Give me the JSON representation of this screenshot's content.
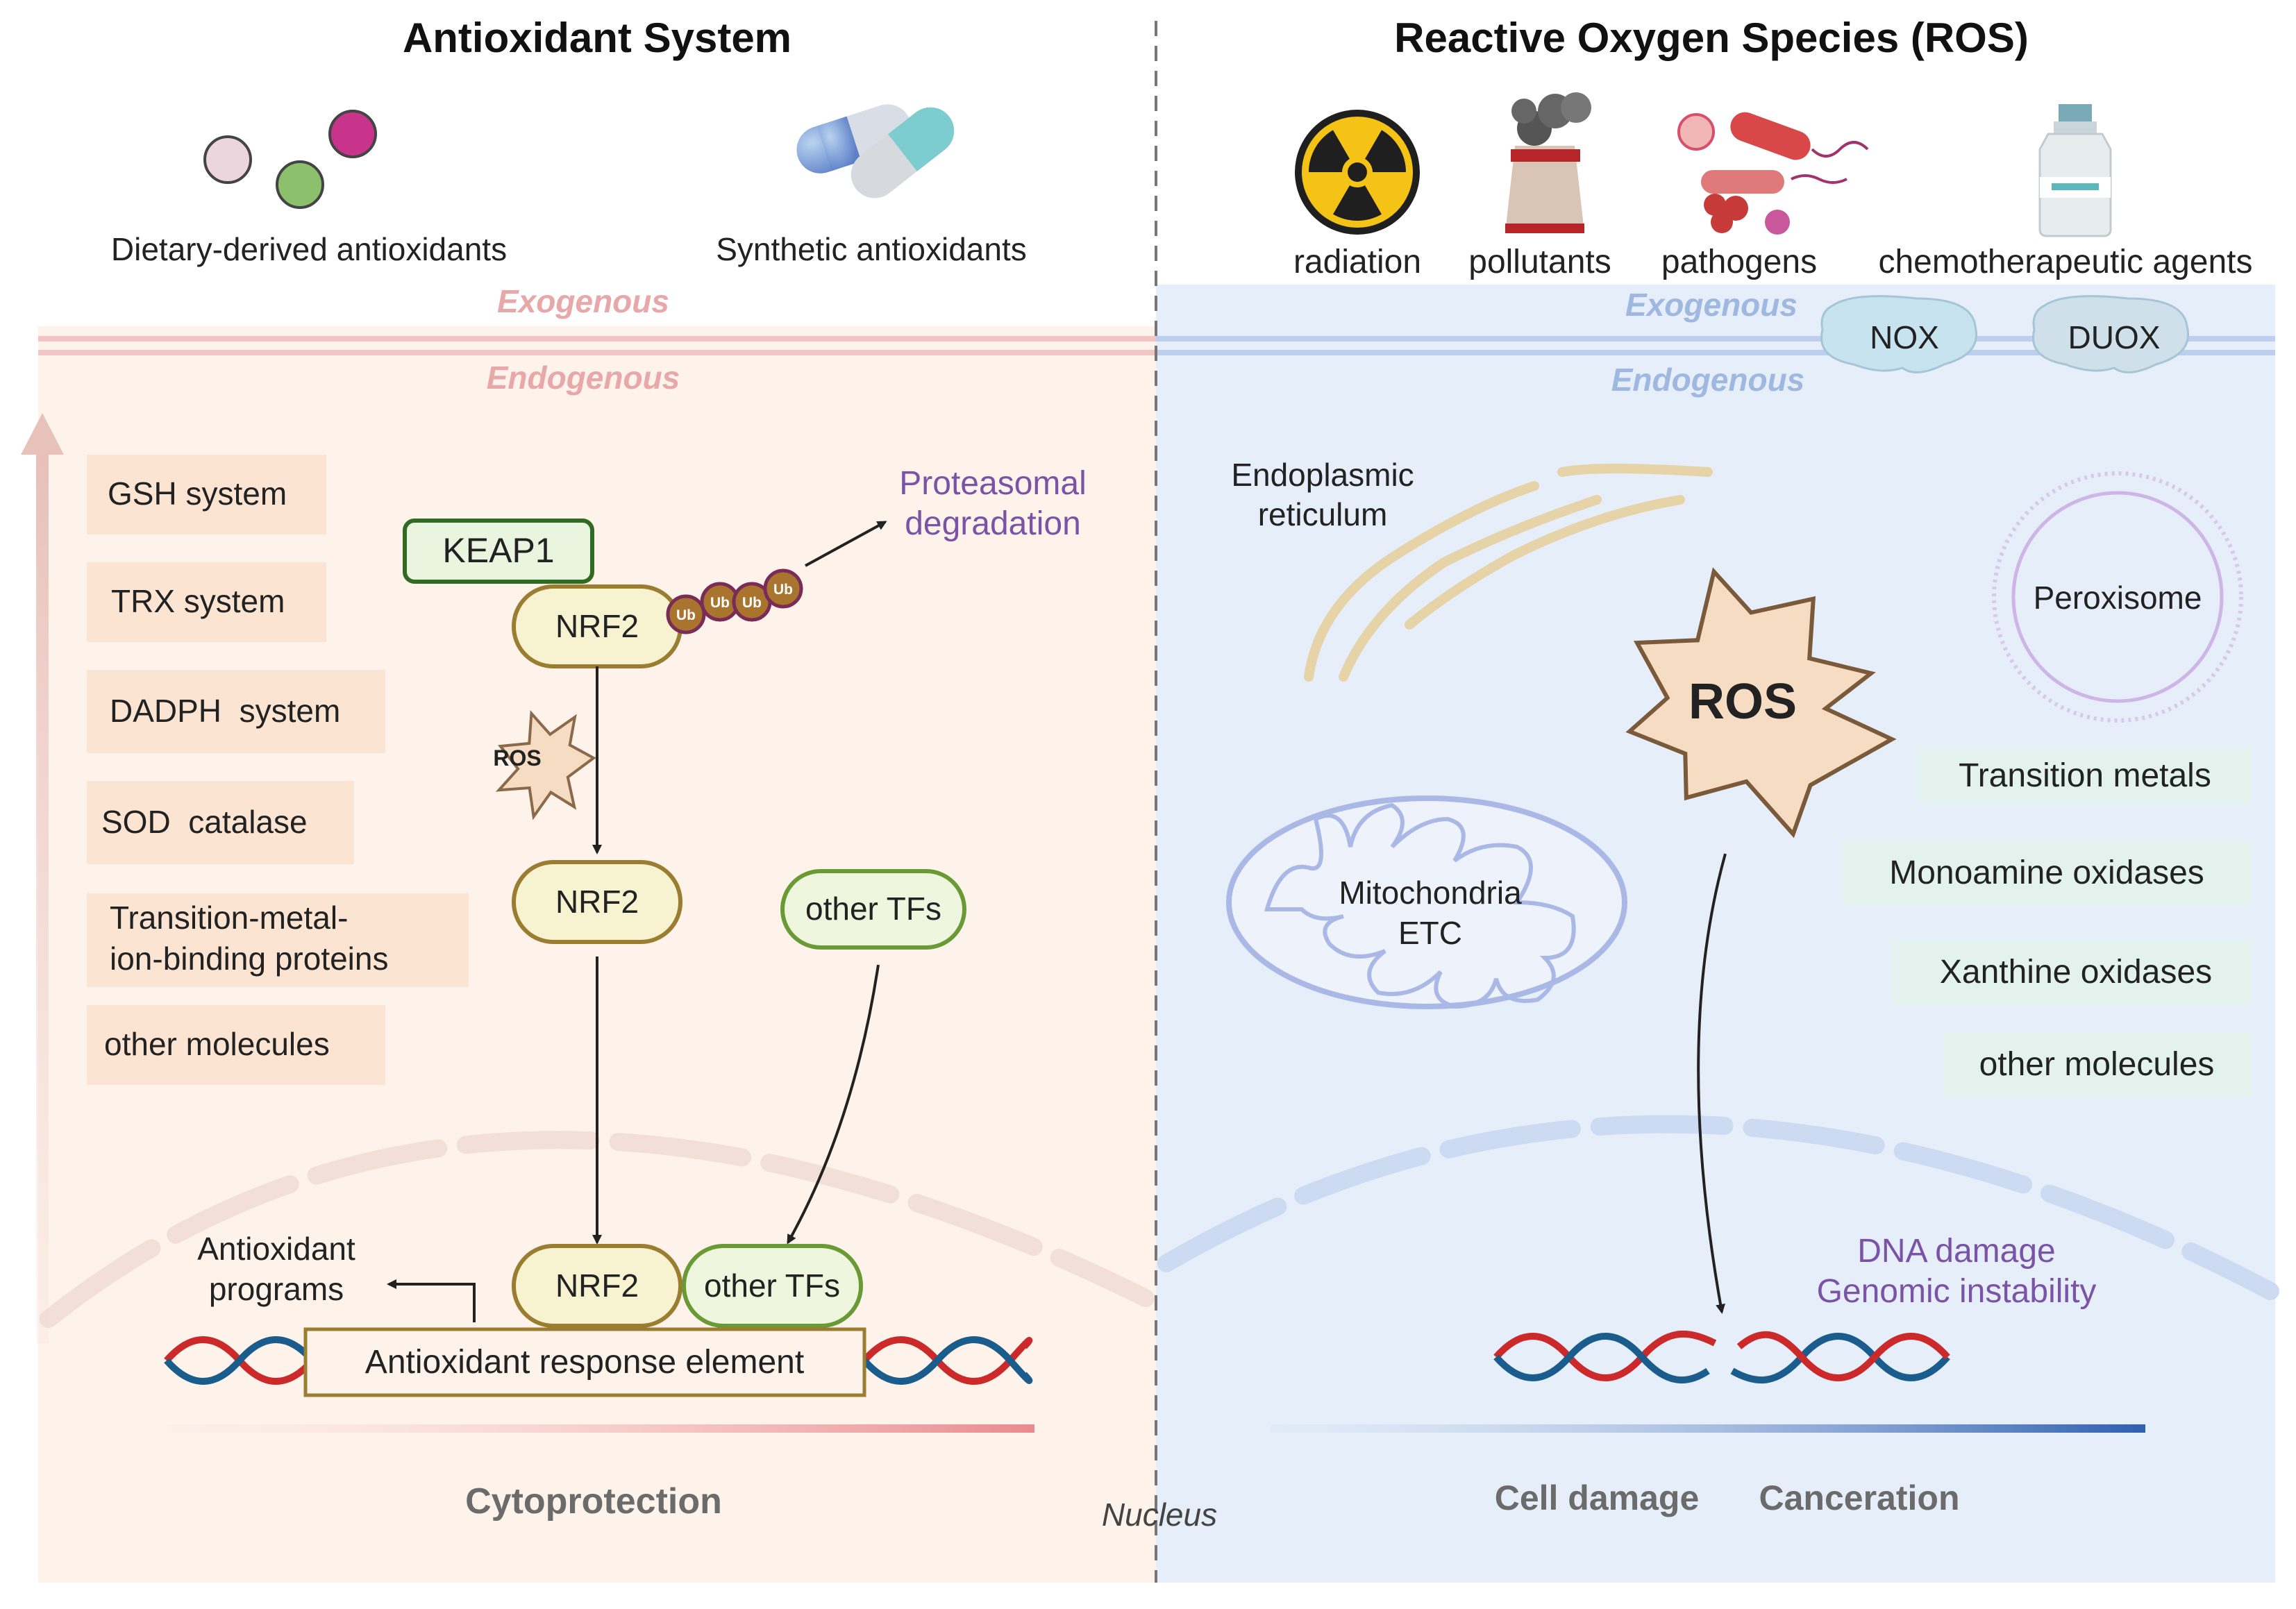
{
  "colors": {
    "left_bg": "#fdf3ea",
    "right_bg": "#e6eef9",
    "peach_box": "#fbe5d2",
    "mint_box": "#e3f2ec",
    "nrf2_fill": "#f7f2d0",
    "nrf2_stroke": "#9a7d30",
    "keap1_fill": "#eaf5e0",
    "keap1_stroke": "#2f6b22",
    "tf_fill": "#eef6dd",
    "tf_stroke": "#6a9a35",
    "purple_text": "#7a52a6",
    "gray_text": "#6b6b6b",
    "exo_pink": "#e8a7a9",
    "exo_blue": "#9fb8e0"
  },
  "left": {
    "title": "Antioxidant System",
    "dietary_label": "Dietary-derived antioxidants",
    "synthetic_label": "Synthetic antioxidants",
    "exogenous": "Exogenous",
    "endogenous": "Endogenous",
    "systems": [
      "GSH system",
      "TRX system",
      "DADPH  system",
      "SOD  catalase",
      "Transition-metal-",
      "ion-binding proteins",
      "other molecules"
    ],
    "keap1": "KEAP1",
    "nrf2": "NRF2",
    "ub": "Ub",
    "proteasomal_1": "Proteasomal",
    "proteasomal_2": "degradation",
    "ros_small": "ROS",
    "other_tfs": "other TFs",
    "antioxidant_programs_1": "Antioxidant",
    "antioxidant_programs_2": "programs",
    "are": "Antioxidant response element",
    "cytoprotection": "Cytoprotection"
  },
  "right": {
    "title": "Reactive Oxygen Species (ROS)",
    "sources": [
      "radiation",
      "pollutants",
      "pathogens",
      "chemotherapeutic agents"
    ],
    "exogenous": "Exogenous",
    "endogenous": "Endogenous",
    "nox": "NOX",
    "duox": "DUOX",
    "er_1": "Endoplasmic",
    "er_2": "reticulum",
    "peroxisome": "Peroxisome",
    "ros_big": "ROS",
    "mito_1": "Mitochondria",
    "mito_2": "ETC",
    "enzymes": [
      "Transition metals",
      "Monoamine oxidases",
      "Xanthine oxidases",
      "other molecules"
    ],
    "dna_damage": "DNA damage",
    "genomic_instability": "Genomic instability",
    "cell_damage": "Cell damage",
    "canceration": "Canceration"
  },
  "nucleus": "Nucleus"
}
